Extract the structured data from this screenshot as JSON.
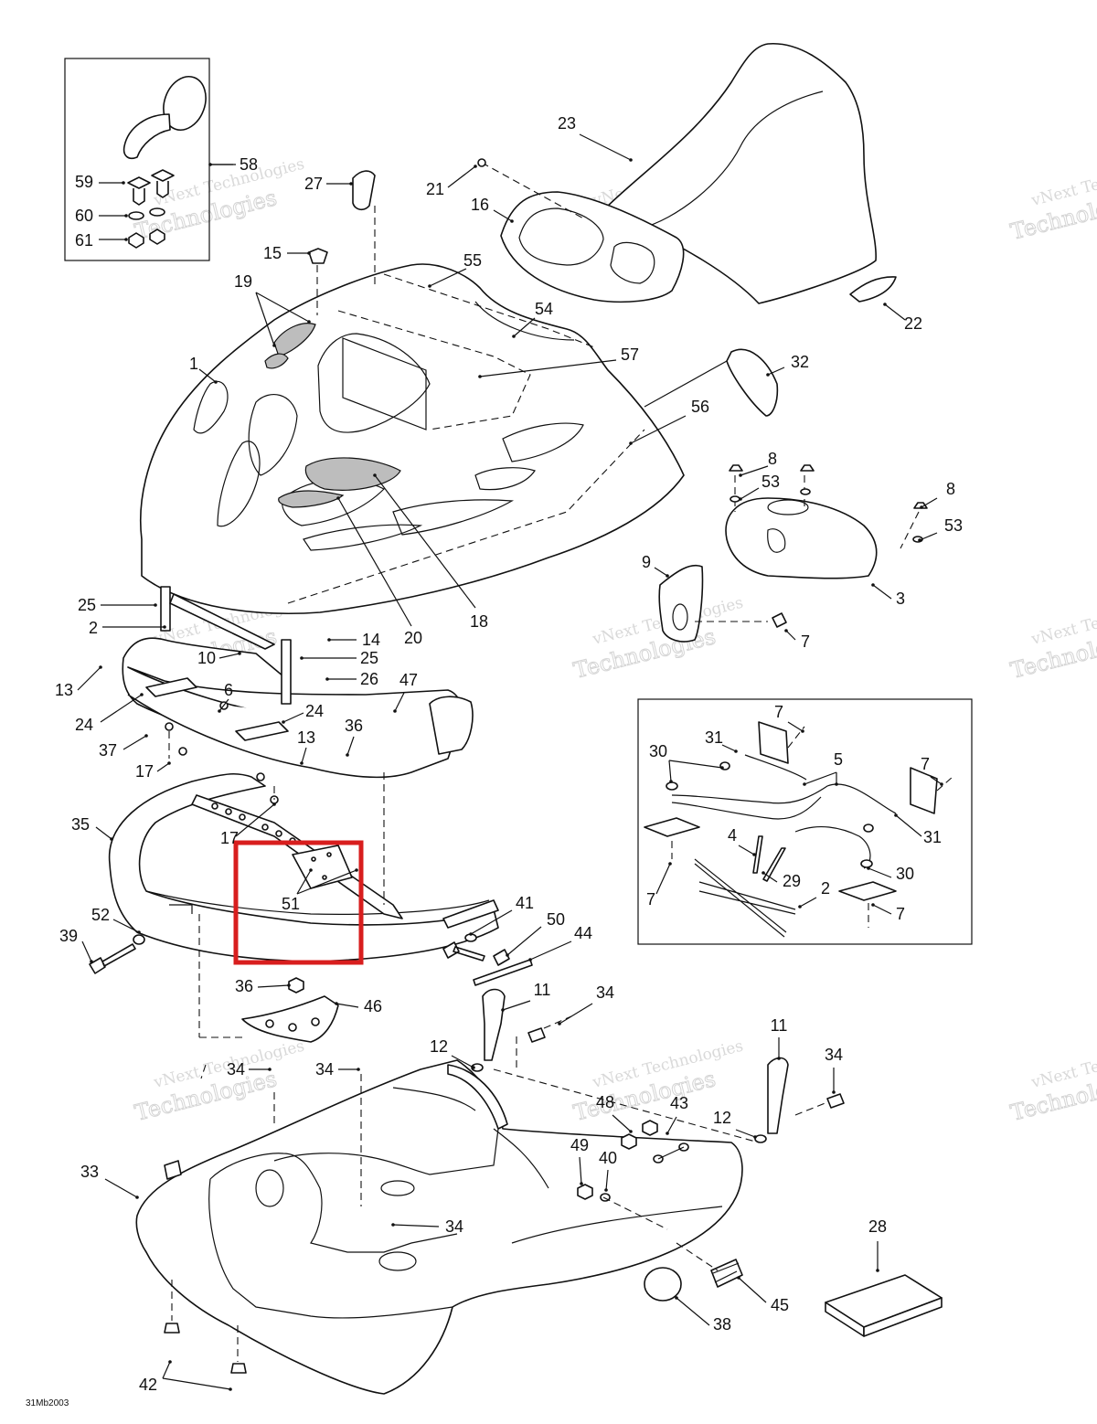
{
  "diagram": {
    "drawing_code": "31Mb2003",
    "watermark": [
      "vNext Technologies",
      "vNext Technologies",
      "Technologies"
    ],
    "highlight_color": "#d81e1e",
    "highlighted_part": "51",
    "callouts": [
      {
        "id": "c59",
        "label": "59"
      },
      {
        "id": "c60",
        "label": "60"
      },
      {
        "id": "c61",
        "label": "61"
      },
      {
        "id": "c58",
        "label": "58"
      },
      {
        "id": "c27",
        "label": "27"
      },
      {
        "id": "c15",
        "label": "15"
      },
      {
        "id": "c19",
        "label": "19"
      },
      {
        "id": "c1",
        "label": "1"
      },
      {
        "id": "c21",
        "label": "21"
      },
      {
        "id": "c16",
        "label": "16"
      },
      {
        "id": "c23",
        "label": "23"
      },
      {
        "id": "c55",
        "label": "55"
      },
      {
        "id": "c54",
        "label": "54"
      },
      {
        "id": "c57",
        "label": "57"
      },
      {
        "id": "c22",
        "label": "22"
      },
      {
        "id": "c32",
        "label": "32"
      },
      {
        "id": "c56",
        "label": "56"
      },
      {
        "id": "c8a",
        "label": "8"
      },
      {
        "id": "c53a",
        "label": "53"
      },
      {
        "id": "c8b",
        "label": "8"
      },
      {
        "id": "c53b",
        "label": "53"
      },
      {
        "id": "c3",
        "label": "3"
      },
      {
        "id": "c9",
        "label": "9"
      },
      {
        "id": "c7a",
        "label": "7"
      },
      {
        "id": "c25a",
        "label": "25"
      },
      {
        "id": "c2a",
        "label": "2"
      },
      {
        "id": "c10",
        "label": "10"
      },
      {
        "id": "c14",
        "label": "14"
      },
      {
        "id": "c20",
        "label": "20"
      },
      {
        "id": "c18",
        "label": "18"
      },
      {
        "id": "c25b",
        "label": "25"
      },
      {
        "id": "c26",
        "label": "26"
      },
      {
        "id": "c13a",
        "label": "13"
      },
      {
        "id": "c6",
        "label": "6"
      },
      {
        "id": "c47",
        "label": "47"
      },
      {
        "id": "c24a",
        "label": "24"
      },
      {
        "id": "c24b",
        "label": "24"
      },
      {
        "id": "c37",
        "label": "37"
      },
      {
        "id": "c13b",
        "label": "13"
      },
      {
        "id": "c36a",
        "label": "36"
      },
      {
        "id": "c17a",
        "label": "17"
      },
      {
        "id": "c17b",
        "label": "17"
      },
      {
        "id": "c35",
        "label": "35"
      },
      {
        "id": "c51",
        "label": "51"
      },
      {
        "id": "c52",
        "label": "52"
      },
      {
        "id": "c39",
        "label": "39"
      },
      {
        "id": "c41",
        "label": "41"
      },
      {
        "id": "c50",
        "label": "50"
      },
      {
        "id": "c44",
        "label": "44"
      },
      {
        "id": "c36b",
        "label": "36"
      },
      {
        "id": "c46",
        "label": "46"
      },
      {
        "id": "c11a",
        "label": "11"
      },
      {
        "id": "c34a",
        "label": "34"
      },
      {
        "id": "c12a",
        "label": "12"
      },
      {
        "id": "c34b",
        "label": "34"
      },
      {
        "id": "c34c",
        "label": "34"
      },
      {
        "id": "c11b",
        "label": "11"
      },
      {
        "id": "c34d",
        "label": "34"
      },
      {
        "id": "c48",
        "label": "48"
      },
      {
        "id": "c43",
        "label": "43"
      },
      {
        "id": "c12b",
        "label": "12"
      },
      {
        "id": "c49",
        "label": "49"
      },
      {
        "id": "c40",
        "label": "40"
      },
      {
        "id": "c33",
        "label": "33"
      },
      {
        "id": "c34e",
        "label": "34"
      },
      {
        "id": "c28",
        "label": "28"
      },
      {
        "id": "c45",
        "label": "45"
      },
      {
        "id": "c38",
        "label": "38"
      },
      {
        "id": "c42",
        "label": "42"
      },
      {
        "id": "c7b",
        "label": "7"
      },
      {
        "id": "c31a",
        "label": "31"
      },
      {
        "id": "c5",
        "label": "5"
      },
      {
        "id": "c30a",
        "label": "30"
      },
      {
        "id": "c7c",
        "label": "7"
      },
      {
        "id": "c31b",
        "label": "31"
      },
      {
        "id": "c4",
        "label": "4"
      },
      {
        "id": "c29",
        "label": "29"
      },
      {
        "id": "c30b",
        "label": "30"
      },
      {
        "id": "c2b",
        "label": "2"
      },
      {
        "id": "c7d",
        "label": "7"
      },
      {
        "id": "c7e",
        "label": "7"
      }
    ]
  }
}
